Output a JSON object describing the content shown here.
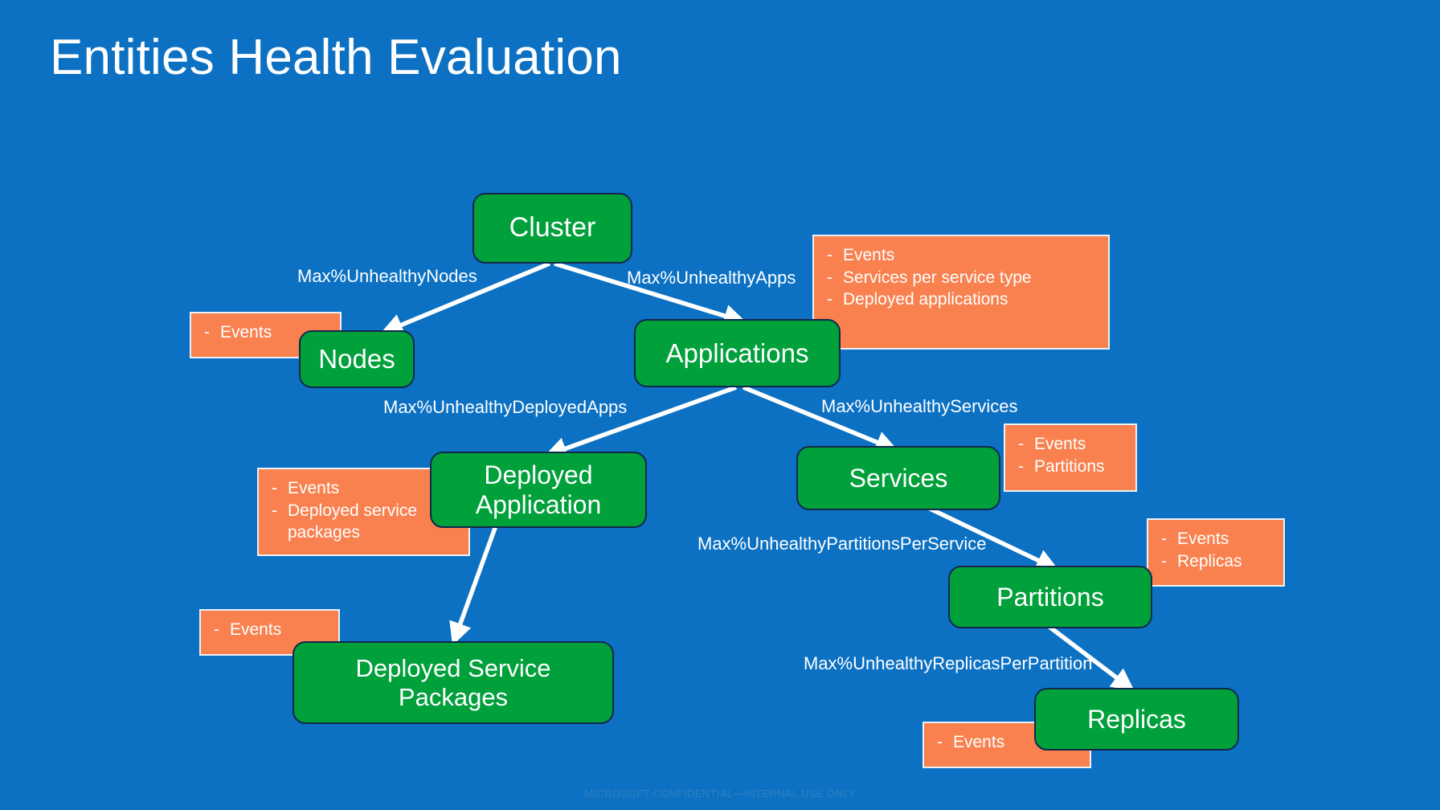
{
  "slide": {
    "title": "Entities Health Evaluation",
    "footer": "MICROSOFT CONFIDENTIAL—INTERNAL USE ONLY",
    "background_color": "#0C71C3",
    "node_fill_color": "#00A03B",
    "node_border_color": "#12284B",
    "callout_fill_color": "#F9814F",
    "callout_border_color": "#EAF1F8",
    "arrow_color": "#FFFFFF",
    "footer_color": "#2E7FC0"
  },
  "nodes": [
    {
      "id": "cluster",
      "label": "Cluster"
    },
    {
      "id": "nodes",
      "label": "Nodes"
    },
    {
      "id": "applications",
      "label": "Applications"
    },
    {
      "id": "deployed-application",
      "label": "Deployed\nApplication",
      "line1": "Deployed",
      "line2": "Application"
    },
    {
      "id": "services",
      "label": "Services"
    },
    {
      "id": "deployed-service-packages",
      "label": "Deployed Service\nPackages",
      "line1": "Deployed Service",
      "line2": "Packages"
    },
    {
      "id": "partitions",
      "label": "Partitions"
    },
    {
      "id": "replicas",
      "label": "Replicas"
    }
  ],
  "edges": [
    {
      "id": "cluster-nodes",
      "from": "cluster",
      "to": "nodes",
      "label": "Max%UnhealthyNodes"
    },
    {
      "id": "cluster-applications",
      "from": "cluster",
      "to": "applications",
      "label": "Max%UnhealthyApps"
    },
    {
      "id": "applications-deployed-application",
      "from": "applications",
      "to": "deployed-application",
      "label": "Max%UnhealthyDeployedApps"
    },
    {
      "id": "applications-services",
      "from": "applications",
      "to": "services",
      "label": "Max%UnhealthyServices"
    },
    {
      "id": "deployed-application-deployed-service-packages",
      "from": "deployed-application",
      "to": "deployed-service-packages",
      "label": ""
    },
    {
      "id": "services-partitions",
      "from": "services",
      "to": "partitions",
      "label": "Max%UnhealthyPartitionsPerService"
    },
    {
      "id": "partitions-replicas",
      "from": "partitions",
      "to": "replicas",
      "label": "Max%UnhealthyReplicasPerPartition"
    }
  ],
  "callouts": [
    {
      "id": "nodes-callout",
      "for": "nodes",
      "items": [
        "Events"
      ]
    },
    {
      "id": "applications-callout",
      "for": "applications",
      "items": [
        "Events",
        "Services per service type",
        "Deployed applications"
      ]
    },
    {
      "id": "deployed-application-callout",
      "for": "deployed-application",
      "items": [
        "Events",
        "Deployed service packages"
      ]
    },
    {
      "id": "services-callout",
      "for": "services",
      "items": [
        "Events",
        "Partitions"
      ]
    },
    {
      "id": "deployed-service-packages-callout",
      "for": "deployed-service-packages",
      "items": [
        "Events"
      ]
    },
    {
      "id": "partitions-callout",
      "for": "partitions",
      "items": [
        "Events",
        "Replicas"
      ]
    },
    {
      "id": "replicas-callout",
      "for": "replicas",
      "items": [
        "Events"
      ]
    }
  ],
  "bullet_marker": "-"
}
